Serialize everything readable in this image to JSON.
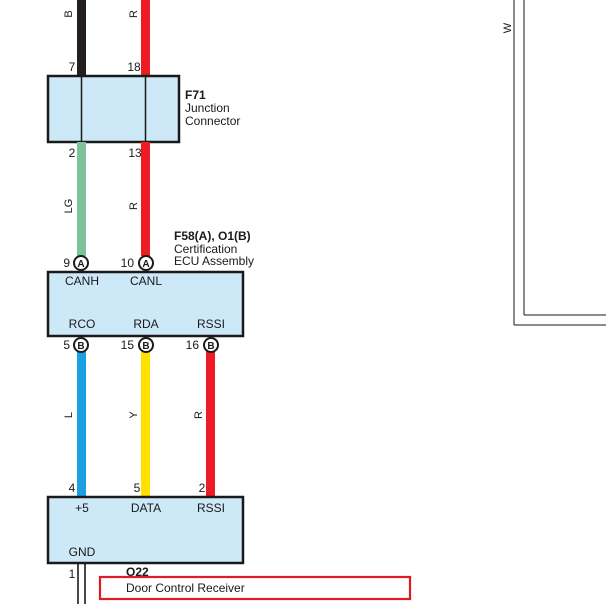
{
  "wires_top": {
    "left_color": "B",
    "right_color": "R",
    "left_pin": "7",
    "right_pin": "18"
  },
  "junction": {
    "id": "F71",
    "line1": "Junction",
    "line2": "Connector",
    "bottom_left_pin": "2",
    "bottom_right_pin": "13"
  },
  "wires_mid": {
    "left_color": "LG",
    "right_color": "R"
  },
  "cert_ecu": {
    "id": "F58(A), O1(B)",
    "line1": "Certification",
    "line2": "ECU Assembly",
    "top_pins": [
      {
        "num": "9",
        "conn": "A",
        "label": "CANH"
      },
      {
        "num": "10",
        "conn": "A",
        "label": "CANL"
      }
    ],
    "bottom_pins": [
      {
        "num": "5",
        "conn": "B",
        "label": "RCO"
      },
      {
        "num": "15",
        "conn": "B",
        "label": "RDA"
      },
      {
        "num": "16",
        "conn": "B",
        "label": "RSSI"
      }
    ]
  },
  "wires_low": {
    "c1": "L",
    "c2": "Y",
    "c3": "R"
  },
  "receiver": {
    "id": "O22",
    "name": "Door Control Receiver",
    "pins_top": [
      {
        "num": "4",
        "label": "+5"
      },
      {
        "num": "5",
        "label": "DATA"
      },
      {
        "num": "2",
        "label": "RSSI"
      }
    ],
    "gnd_label": "GND",
    "gnd_pin": "1"
  },
  "right_wire_label": "W",
  "colors": {
    "box_fill": "#cde8f6",
    "black_wire": "#231f20",
    "red_wire": "#ed1c24",
    "green_wire": "#7dc39a",
    "blue_wire": "#1ba1e2",
    "yellow_wire": "#ffe100",
    "highlight": "#e01b24"
  }
}
